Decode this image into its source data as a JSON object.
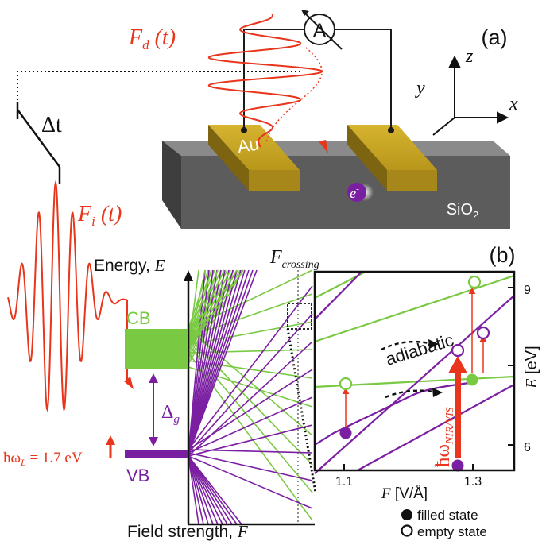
{
  "panel_a": {
    "label": "(a)",
    "pulse_drive": {
      "F": "F",
      "sub": "d",
      "arg": " (t)"
    },
    "pulse_inject": {
      "F": "F",
      "sub": "i",
      "arg": " (t)"
    },
    "delay": "Δt",
    "ammeter": "A",
    "electrode": "Au",
    "substrate": {
      "main": "SiO",
      "sub": "2"
    },
    "electron": {
      "main": "e",
      "sup": "-"
    },
    "axes": {
      "x": "x",
      "y": "y",
      "z": "z"
    },
    "photon_energy": "ħω",
    "photon_sub": "L",
    "photon_value": " = 1.7 eV"
  },
  "panel_b": {
    "label": "(b)",
    "energy_axis": {
      "text": "Energy, ",
      "var": "E"
    },
    "field_axis": {
      "text": "Field strength, ",
      "var": "F"
    },
    "cb": "CB",
    "vb": "VB",
    "gap": {
      "main": "Δ",
      "sub": "g"
    },
    "crossing": {
      "main": "F",
      "sub": "crossing"
    }
  },
  "inset": {
    "adiabatic": "adiabatic",
    "hw_nir": {
      "main": "ħω",
      "sub": "NIR/VIS"
    },
    "xlabel": {
      "var": "F",
      "unit": " [V/Å]"
    },
    "ylabel": {
      "var": "E",
      "unit": " [eV]"
    },
    "xticks": [
      "1.1",
      "1.3"
    ],
    "yticks": [
      "9",
      "6"
    ],
    "legend": {
      "filled": "filled state",
      "empty": "empty state"
    }
  },
  "colors": {
    "laser": "#e8351c",
    "cb": "#7ac943",
    "vb": "#7b1fa2",
    "gold": "#b8961a",
    "substrate": "#5c5c5c"
  }
}
